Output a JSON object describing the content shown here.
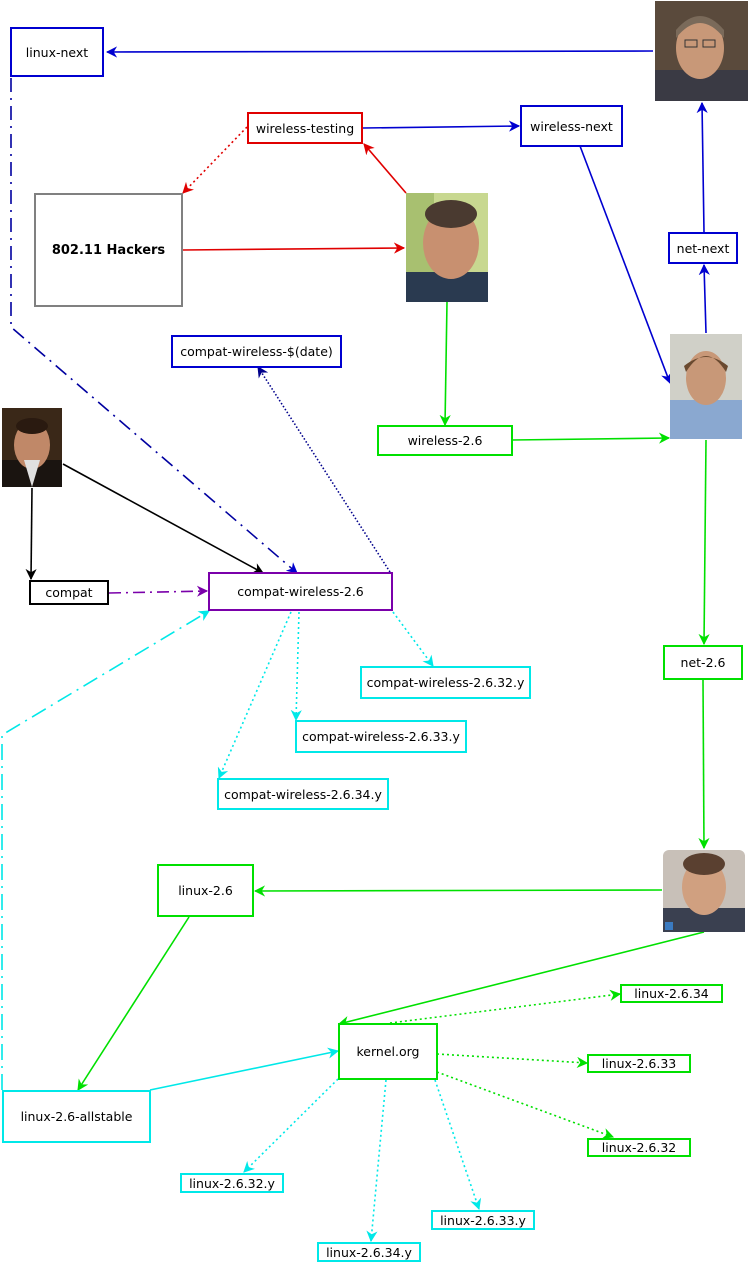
{
  "nodes": {
    "linux_next": "linux-next",
    "wireless_testing": "wireless-testing",
    "wireless_next": "wireless-next",
    "hackers": "802.11 Hackers",
    "net_next": "net-next",
    "compat_wireless_date": "compat-wireless-$(date)",
    "wireless_26": "wireless-2.6",
    "compat": "compat",
    "compat_wireless_26": "compat-wireless-2.6",
    "cw_2632y": "compat-wireless-2.6.32.y",
    "cw_2633y": "compat-wireless-2.6.33.y",
    "cw_2634y": "compat-wireless-2.6.34.y",
    "net_26": "net-2.6",
    "linux_26": "linux-2.6",
    "kernel_org": "kernel.org",
    "linux_2634": "linux-2.6.34",
    "linux_2633": "linux-2.6.33",
    "linux_2632": "linux-2.6.32",
    "linux_26_allstable": "linux-2.6-allstable",
    "linux_2632y": "linux-2.6.32.y",
    "linux_2633y": "linux-2.6.33.y",
    "linux_2634y": "linux-2.6.34.y"
  },
  "colors": {
    "blue": "#0000d0",
    "red": "#e00000",
    "green": "#00e000",
    "cyan": "#00e8e8",
    "purple": "#7a00aa",
    "navy": "#00008b",
    "black": "#000000",
    "gray": "#808080"
  }
}
